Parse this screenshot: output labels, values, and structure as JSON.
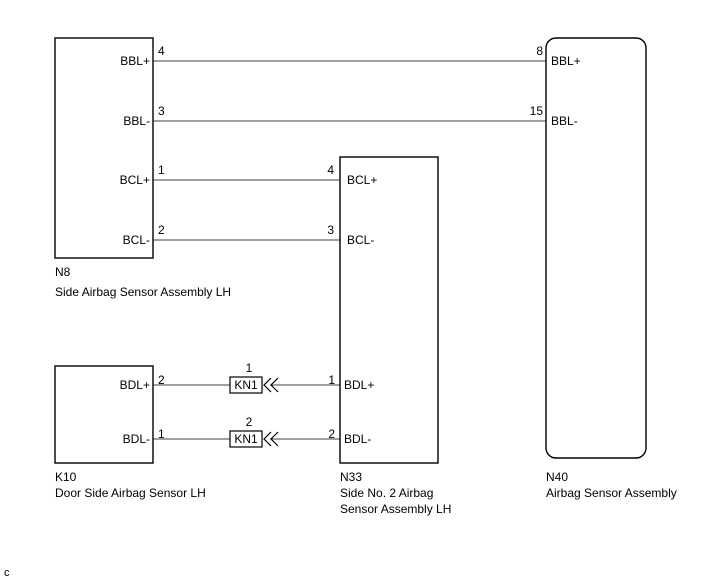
{
  "components": {
    "n8": {
      "code": "N8",
      "name": "Side Airbag Sensor Assembly LH"
    },
    "n40": {
      "code": "N40",
      "name": "Airbag Sensor Assembly"
    },
    "n33": {
      "code": "N33",
      "name_line1": "Side No. 2 Airbag",
      "name_line2": "Sensor Assembly LH"
    },
    "k10": {
      "code": "K10",
      "name": "Door Side Airbag Sensor LH"
    }
  },
  "terminals": {
    "n8": [
      {
        "label": "BBL+",
        "pin": "4"
      },
      {
        "label": "BBL-",
        "pin": "3"
      },
      {
        "label": "BCL+",
        "pin": "1"
      },
      {
        "label": "BCL-",
        "pin": "2"
      }
    ],
    "n40": [
      {
        "label": "BBL+",
        "pin": "8"
      },
      {
        "label": "BBL-",
        "pin": "15"
      }
    ],
    "n33": [
      {
        "label": "BCL+",
        "pin": "4"
      },
      {
        "label": "BCL-",
        "pin": "3"
      },
      {
        "label": "BDL+",
        "pin": "1"
      },
      {
        "label": "BDL-",
        "pin": "2"
      }
    ],
    "k10": [
      {
        "label": "BDL+",
        "pin": "2"
      },
      {
        "label": "BDL-",
        "pin": "1"
      }
    ]
  },
  "connectors": [
    {
      "code": "KN1",
      "pin": "1"
    },
    {
      "code": "KN1",
      "pin": "2"
    }
  ],
  "corner_mark": "c"
}
